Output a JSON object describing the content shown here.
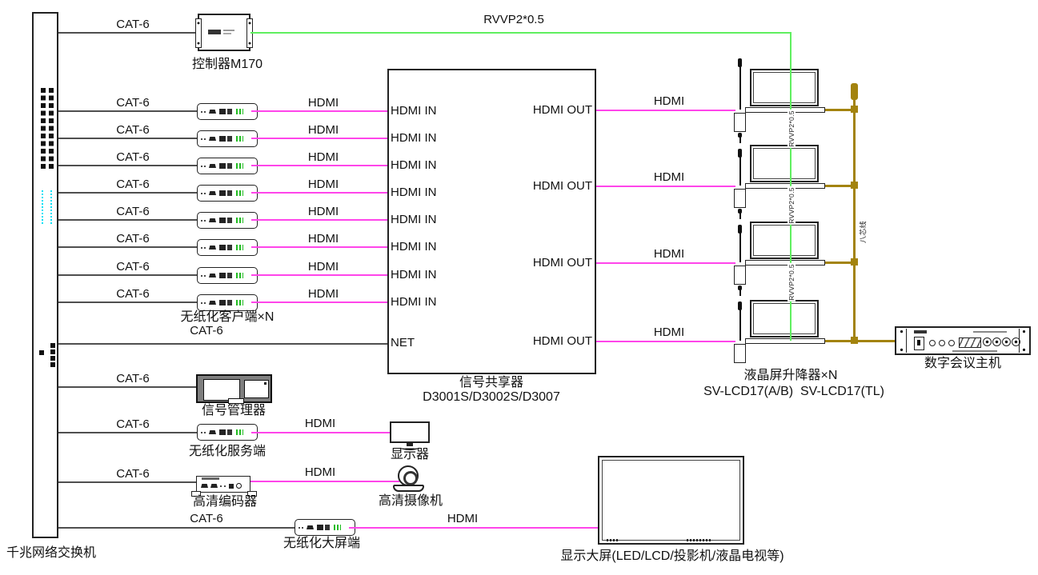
{
  "labels": {
    "cat6": "CAT-6",
    "hdmi": "HDMI",
    "hdmi_in": "HDMI IN",
    "hdmi_out": "HDMI OUT",
    "net": "NET",
    "rvvp": "RVVP2*0.5",
    "eight_core_wire": "八芯线"
  },
  "devices": {
    "network_switch": "千兆网络交换机",
    "controller": "控制器M170",
    "paperless_client": "无纸化客户端×N",
    "signal_sharer_title": "信号共享器",
    "signal_sharer_models": "D3001S/D3002S/D3007",
    "signal_manager": "信号管理器",
    "paperless_server": "无纸化服务端",
    "monitor": "显示器",
    "hd_encoder": "高清编码器",
    "hd_camera": "高清摄像机",
    "paperless_bigscreen_client": "无纸化大屏端",
    "big_display": "显示大屏(LED/LCD/投影机/液晶电视等)",
    "lcd_lifter": "液晶屏升降器×N",
    "lcd_lifter_models": "SV-LCD17(A/B)  SV-LCD17(TL)",
    "conference_host": "数字会议主机"
  },
  "colors": {
    "hdmi_line": "#ff45ea",
    "network_line": "#4f4f4f",
    "control_line_green": "#5fef5f",
    "power_line_olive": "#a3830e",
    "switch_indicator_cyan": "#0ce0f5",
    "signal_manager_fill": "#7f7f7f"
  }
}
